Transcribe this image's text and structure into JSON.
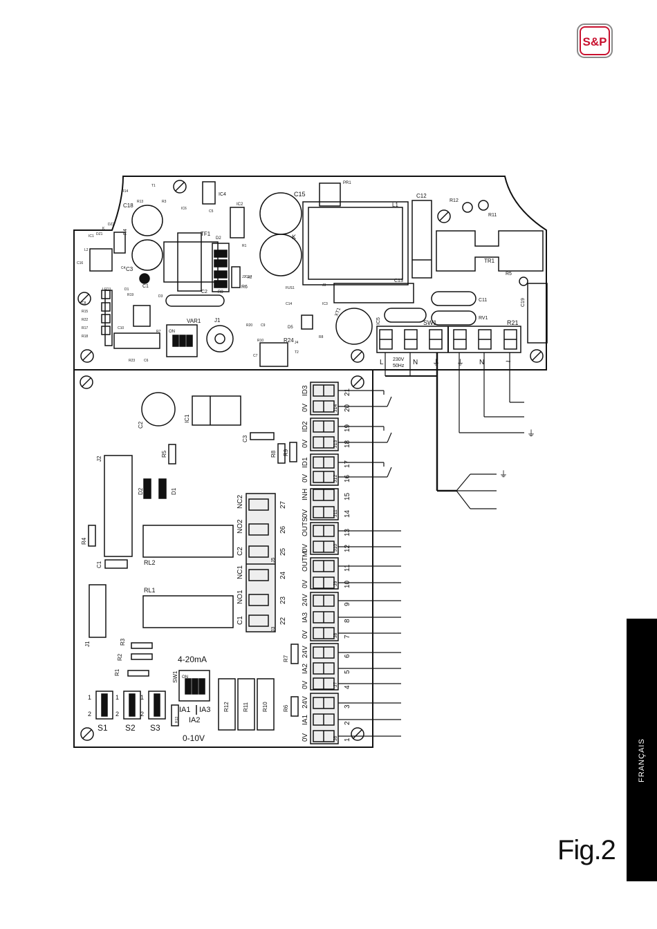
{
  "brand": {
    "logo_text": "S&P",
    "logo_color": "#c8102e"
  },
  "figure": {
    "label": "Fig.2"
  },
  "language_tab": {
    "label": "FRANÇAIS"
  },
  "upper_board": {
    "components": [
      "R14",
      "T1",
      "R13",
      "C18",
      "R3",
      "IC6",
      "IC4",
      "C5",
      "IC2",
      "C15",
      "PR1",
      "L1",
      "C12",
      "R12",
      "R11",
      "DZ2",
      "K",
      "DZ1",
      "IC1",
      "L2",
      "R4",
      "TF1",
      "D2",
      "R1",
      "C16",
      "C4",
      "C3",
      "C17",
      "K",
      "R2",
      "TR1",
      "J2",
      "D4",
      "LED1",
      "D1",
      "R19",
      "C1",
      "D3",
      "C2",
      "R9",
      "R6",
      "C13",
      "R5",
      "C11",
      "C19",
      "C8",
      "R15",
      "R22",
      "R17",
      "R18",
      "C10",
      "XT1",
      "IC5",
      "SW1",
      "RV1",
      "R21",
      "R20",
      "C9",
      "R10",
      "R7",
      "FUS1",
      "VAR1",
      "J1",
      "C14",
      "J3",
      "IC3",
      "J4",
      "R8",
      "R23",
      "C6",
      "C7",
      "D5",
      "R24",
      "T2"
    ],
    "sw1_on": "ON",
    "power_label_1": "230V",
    "power_label_2": "50Hz"
  },
  "lower_board": {
    "components": [
      "C2",
      "IC1",
      "C3",
      "R5",
      "R8",
      "R9",
      "J2",
      "D2",
      "D1",
      "R4",
      "RL2",
      "C1",
      "RL1",
      "J1",
      "R3",
      "R2",
      "R1",
      "R7",
      "R6",
      "R12",
      "R11",
      "R10",
      "R13",
      "SW1"
    ],
    "sw1_on": "ON",
    "current_mode": "4-20mA",
    "voltage_mode": "0-10V",
    "inputs": [
      "IA1",
      "IA3",
      "IA2"
    ],
    "jumpers": [
      {
        "name": "S1",
        "pin1": "1",
        "pin2": "2"
      },
      {
        "name": "S2",
        "pin1": "1",
        "pin2": "2"
      },
      {
        "name": "S3",
        "pin1": "1",
        "pin2": "2"
      }
    ],
    "relay_terminals": {
      "connector": "J3/J5",
      "labels": [
        "NC2",
        "NO2",
        "C2",
        "NC1",
        "NO1",
        "C1"
      ],
      "numbers": [
        "27",
        "26",
        "25",
        "24",
        "23",
        "22"
      ]
    },
    "terminal_blocks": [
      {
        "connector": "J14",
        "labels": [
          "ID3",
          "0V"
        ],
        "numbers": [
          "21",
          "20"
        ]
      },
      {
        "connector": "J13",
        "labels": [
          "ID2",
          "0V"
        ],
        "numbers": [
          "19",
          "18"
        ]
      },
      {
        "connector": "J12",
        "labels": [
          "ID1",
          "0V"
        ],
        "numbers": [
          "17",
          "16"
        ]
      },
      {
        "connector": "J11",
        "labels": [
          "INH",
          "0V"
        ],
        "numbers": [
          "15",
          "14"
        ]
      },
      {
        "connector": "J10",
        "labels": [
          "OUTS",
          "0V"
        ],
        "numbers": [
          "13",
          "12"
        ]
      },
      {
        "connector": "J9",
        "labels": [
          "OUTM",
          "0V"
        ],
        "numbers": [
          "11",
          "10"
        ]
      },
      {
        "connector": "J8",
        "labels": [
          "24V",
          "IA3",
          "0V"
        ],
        "numbers": [
          "9",
          "8",
          "7"
        ]
      },
      {
        "connector": "J7",
        "labels": [
          "24V",
          "IA2",
          "0V"
        ],
        "numbers": [
          "6",
          "5",
          "4"
        ]
      },
      {
        "connector": "J6",
        "labels": [
          "24V",
          "IA1",
          "0V"
        ],
        "numbers": [
          "3",
          "2",
          "1"
        ]
      }
    ]
  }
}
